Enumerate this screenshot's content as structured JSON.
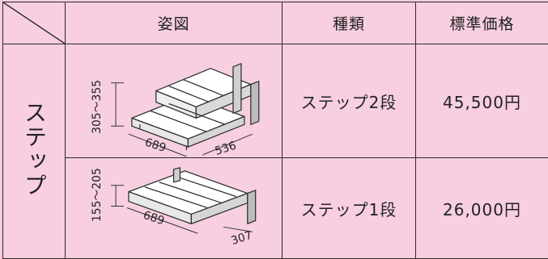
{
  "header": {
    "figure_label": "姿図",
    "type_label": "種類",
    "price_label": "標準価格"
  },
  "category": "ステップ",
  "rows": [
    {
      "type": "ステップ2段",
      "price": "45,500円",
      "dims": {
        "height": "305～355",
        "length": "689",
        "depth": "536"
      }
    },
    {
      "type": "ステップ1段",
      "price": "26,000円",
      "dims": {
        "height": "155～205",
        "length": "689",
        "depth": "307"
      }
    }
  ]
}
